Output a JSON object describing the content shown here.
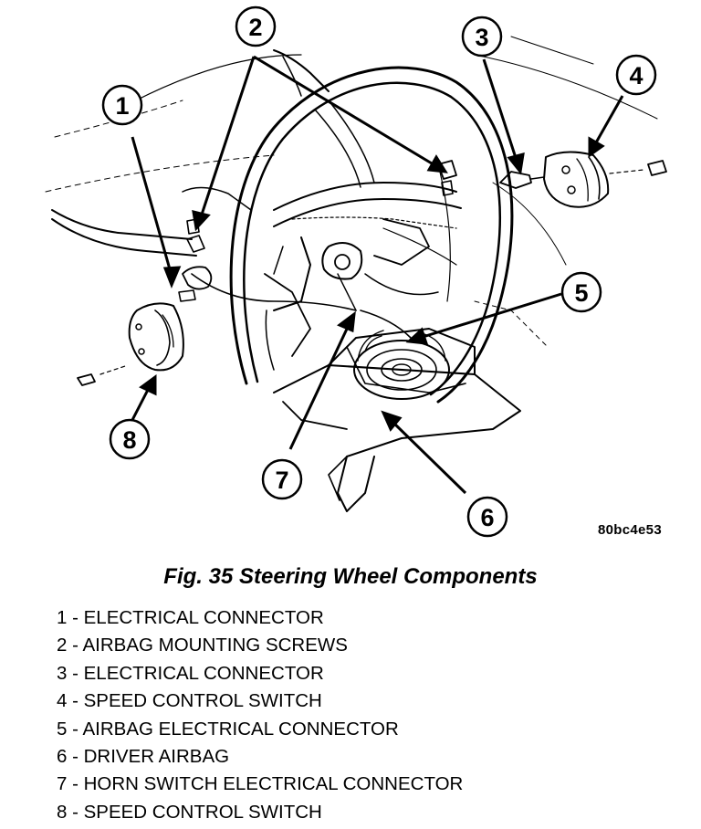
{
  "figure": {
    "image_code": "80bc4e53",
    "callouts": [
      {
        "number": "1"
      },
      {
        "number": "2"
      },
      {
        "number": "3"
      },
      {
        "number": "4"
      },
      {
        "number": "5"
      },
      {
        "number": "6"
      },
      {
        "number": "7"
      },
      {
        "number": "8"
      }
    ]
  },
  "caption": "Fig. 35 Steering Wheel Components",
  "legend": [
    {
      "text": "1 - ELECTRICAL CONNECTOR"
    },
    {
      "text": "2 - AIRBAG MOUNTING SCREWS"
    },
    {
      "text": "3 - ELECTRICAL CONNECTOR"
    },
    {
      "text": "4 - SPEED CONTROL SWITCH"
    },
    {
      "text": "5 - AIRBAG ELECTRICAL CONNECTOR"
    },
    {
      "text": "6 - DRIVER AIRBAG"
    },
    {
      "text": "7 - HORN SWITCH ELECTRICAL CONNECTOR"
    },
    {
      "text": "8 - SPEED CONTROL SWITCH"
    }
  ]
}
